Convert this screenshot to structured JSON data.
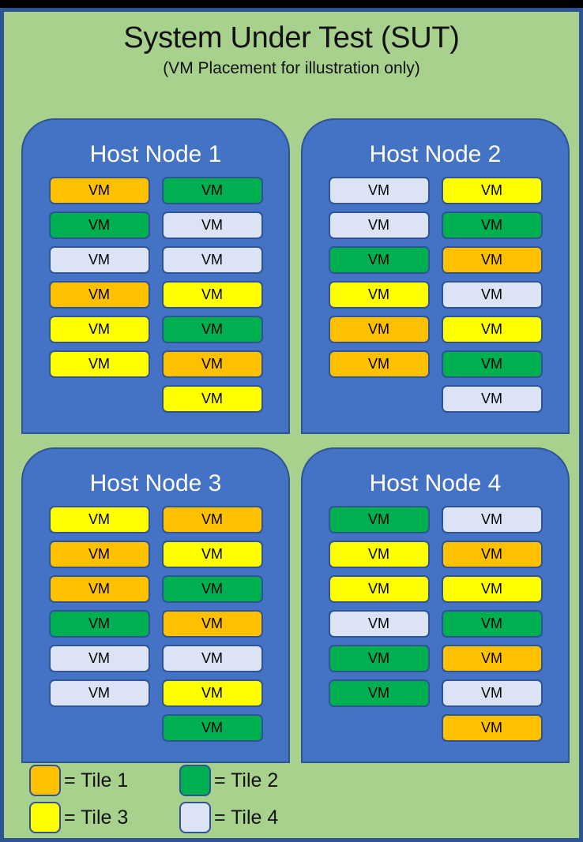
{
  "title": "System Under Test (SUT)",
  "subtitle": "(VM Placement for illustration only)",
  "vm_label": "VM",
  "colors": {
    "background": "#A9D18E",
    "frame_border": "#2E5496",
    "node_panel": "#4472C4",
    "node_title": "#FFFFFF",
    "tile1": "#FFC000",
    "tile2": "#00B050",
    "tile3": "#FFFF00",
    "tile4": "#DCE3F5"
  },
  "nodes": [
    {
      "title": "Host Node 1",
      "columns": [
        [
          {
            "label": "VM",
            "tile": "tile1"
          },
          {
            "label": "VM",
            "tile": "tile2"
          },
          {
            "label": "VM",
            "tile": "tile4"
          },
          {
            "label": "VM",
            "tile": "tile1"
          },
          {
            "label": "VM",
            "tile": "tile3"
          },
          {
            "label": "VM",
            "tile": "tile3"
          }
        ],
        [
          {
            "label": "VM",
            "tile": "tile2"
          },
          {
            "label": "VM",
            "tile": "tile4"
          },
          {
            "label": "VM",
            "tile": "tile4"
          },
          {
            "label": "VM",
            "tile": "tile3"
          },
          {
            "label": "VM",
            "tile": "tile2"
          },
          {
            "label": "VM",
            "tile": "tile1"
          },
          {
            "label": "VM",
            "tile": "tile3"
          }
        ]
      ]
    },
    {
      "title": "Host Node 2",
      "columns": [
        [
          {
            "label": "VM",
            "tile": "tile4"
          },
          {
            "label": "VM",
            "tile": "tile4"
          },
          {
            "label": "VM",
            "tile": "tile2"
          },
          {
            "label": "VM",
            "tile": "tile3"
          },
          {
            "label": "VM",
            "tile": "tile1"
          },
          {
            "label": "VM",
            "tile": "tile1"
          }
        ],
        [
          {
            "label": "VM",
            "tile": "tile3"
          },
          {
            "label": "VM",
            "tile": "tile2"
          },
          {
            "label": "VM",
            "tile": "tile1"
          },
          {
            "label": "VM",
            "tile": "tile4"
          },
          {
            "label": "VM",
            "tile": "tile3"
          },
          {
            "label": "VM",
            "tile": "tile2"
          },
          {
            "label": "VM",
            "tile": "tile4"
          }
        ]
      ]
    },
    {
      "title": "Host Node 3",
      "columns": [
        [
          {
            "label": "VM",
            "tile": "tile3"
          },
          {
            "label": "VM",
            "tile": "tile1"
          },
          {
            "label": "VM",
            "tile": "tile1"
          },
          {
            "label": "VM",
            "tile": "tile2"
          },
          {
            "label": "VM",
            "tile": "tile4"
          },
          {
            "label": "VM",
            "tile": "tile4"
          }
        ],
        [
          {
            "label": "VM",
            "tile": "tile1"
          },
          {
            "label": "VM",
            "tile": "tile3"
          },
          {
            "label": "VM",
            "tile": "tile2"
          },
          {
            "label": "VM",
            "tile": "tile1"
          },
          {
            "label": "VM",
            "tile": "tile4"
          },
          {
            "label": "VM",
            "tile": "tile3"
          },
          {
            "label": "VM",
            "tile": "tile2"
          }
        ]
      ]
    },
    {
      "title": "Host Node 4",
      "columns": [
        [
          {
            "label": "VM",
            "tile": "tile2"
          },
          {
            "label": "VM",
            "tile": "tile3"
          },
          {
            "label": "VM",
            "tile": "tile3"
          },
          {
            "label": "VM",
            "tile": "tile4"
          },
          {
            "label": "VM",
            "tile": "tile2"
          },
          {
            "label": "VM",
            "tile": "tile2"
          }
        ],
        [
          {
            "label": "VM",
            "tile": "tile4"
          },
          {
            "label": "VM",
            "tile": "tile1"
          },
          {
            "label": "VM",
            "tile": "tile3"
          },
          {
            "label": "VM",
            "tile": "tile2"
          },
          {
            "label": "VM",
            "tile": "tile1"
          },
          {
            "label": "VM",
            "tile": "tile4"
          },
          {
            "label": "VM",
            "tile": "tile1"
          }
        ]
      ]
    }
  ],
  "legend": [
    {
      "tile": "tile1",
      "label": "= Tile 1"
    },
    {
      "tile": "tile2",
      "label": "= Tile 2"
    },
    {
      "tile": "tile3",
      "label": "= Tile 3"
    },
    {
      "tile": "tile4",
      "label": "= Tile 4"
    }
  ]
}
